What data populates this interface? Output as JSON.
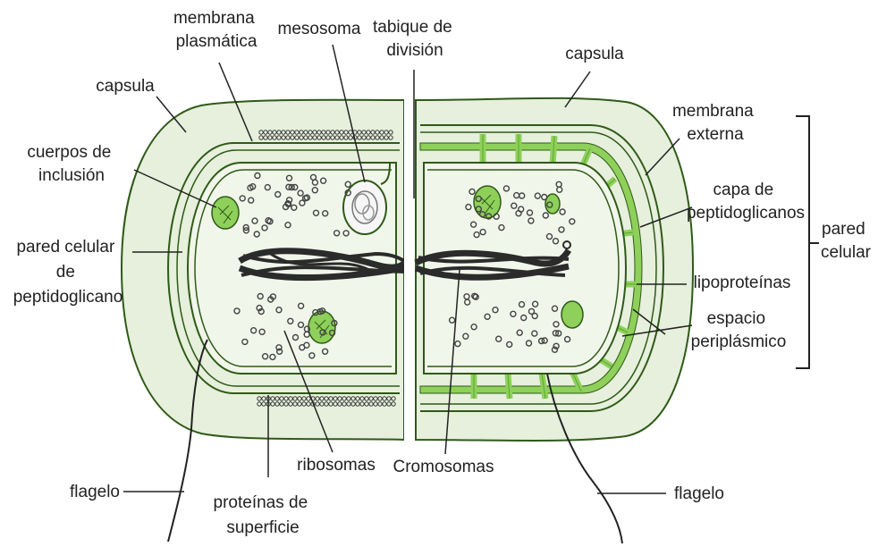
{
  "colors": {
    "capsule_fill": "#e6f0dc",
    "cell_fill": "#f1f6ea",
    "outline": "#2f5a18",
    "green": "#8ed05a",
    "green_dark": "#5aa832",
    "chromosome": "#2b2b2b",
    "ribosome": "#444444",
    "leader": "#222222"
  },
  "labels": {
    "membrana_plasmatica": [
      "membrana",
      "plasmática"
    ],
    "mesosoma": [
      "mesosoma"
    ],
    "tabique": [
      "tabique de",
      "división"
    ],
    "capsula_left": [
      "capsula"
    ],
    "capsula_right": [
      "capsula"
    ],
    "cuerpos": [
      "cuerpos de",
      "inclusión"
    ],
    "pared_celular_pept": [
      "pared celular",
      "de",
      "peptidoglicano"
    ],
    "membrana_externa": [
      "membrana",
      "externa"
    ],
    "capa_pept": [
      "capa de",
      "peptidoglicanos"
    ],
    "pared_celular": [
      "pared",
      "celular"
    ],
    "lipoproteinas": [
      "lipoproteínas"
    ],
    "espacio": [
      "espacio",
      "periplásmico"
    ],
    "ribosomas": [
      "ribosomas"
    ],
    "cromosomas": [
      "Cromosomas"
    ],
    "flagelo_left": [
      "flagelo"
    ],
    "flagelo_right": [
      "flagelo"
    ],
    "proteinas": [
      "proteínas de",
      "superficie"
    ]
  }
}
